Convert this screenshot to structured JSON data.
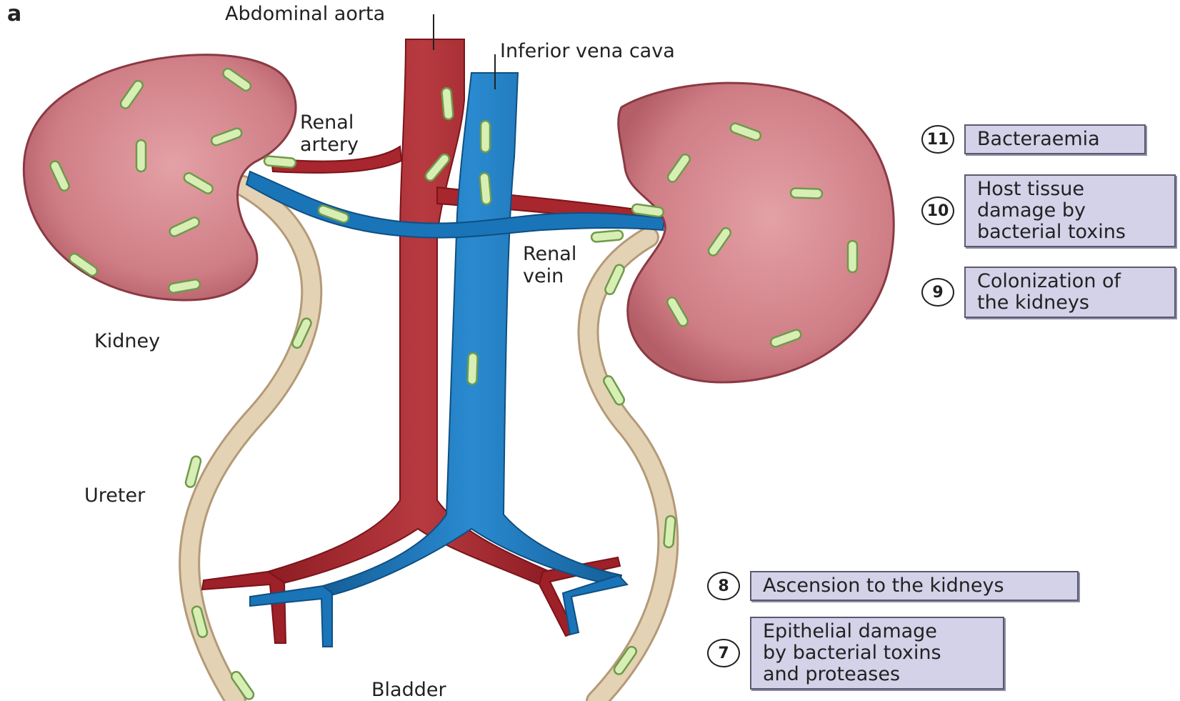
{
  "panel_letter": "a",
  "labels": {
    "abdominal_aorta": "Abdominal aorta",
    "inferior_vena_cava": "Inferior vena cava",
    "renal_artery": [
      "Renal",
      "artery"
    ],
    "renal_vein": [
      "Renal",
      "vein"
    ],
    "kidney": "Kidney",
    "ureter": "Ureter",
    "bladder": "Bladder"
  },
  "steps": [
    {
      "number": "11",
      "lines": [
        "Bacteraemia"
      ]
    },
    {
      "number": "10",
      "lines": [
        "Host tissue",
        "damage by",
        "bacterial toxins"
      ]
    },
    {
      "number": "9",
      "lines": [
        "Colonization of",
        "the kidneys"
      ]
    },
    {
      "number": "8",
      "lines": [
        "Ascension to the kidneys"
      ]
    },
    {
      "number": "7",
      "lines": [
        "Epithelial damage",
        "by bacterial toxins",
        "and proteases"
      ]
    }
  ],
  "colors": {
    "kidney": "#cf7d85",
    "kidney_outline": "#8a3a44",
    "artery": "#a8262d",
    "vein": "#1a74b8",
    "ureter": "#e3d2b4",
    "bacterium": "#d7efb5",
    "step_box": "#d3d2e9"
  }
}
